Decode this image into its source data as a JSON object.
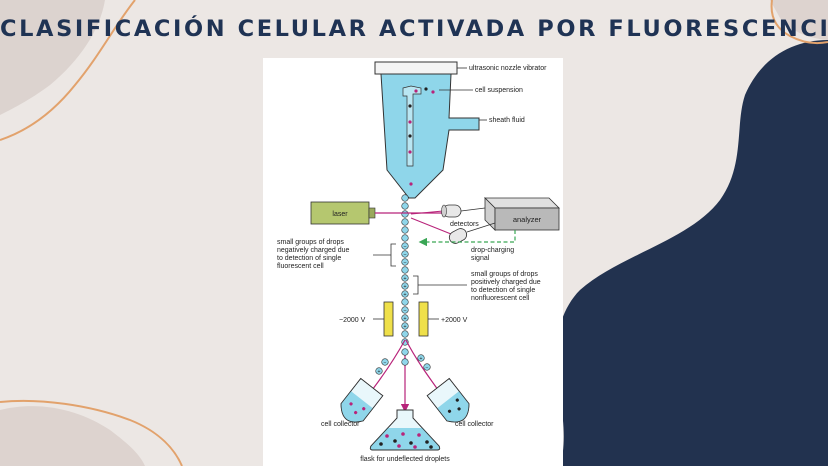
{
  "slide": {
    "title": "CLASIFICACIÓN CELULAR ACTIVADA POR FLUORESCENCIA"
  },
  "diagram": {
    "labels": {
      "nozzle": "ultrasonic nozzle vibrator",
      "cell_suspension": "cell suspension",
      "sheath_fluid": "sheath fluid",
      "laser": "laser",
      "analyzer": "analyzer",
      "detectors": "detectors",
      "drop_charging_1": "drop-charging",
      "drop_charging_2": "signal",
      "neg_1": "small groups of drops",
      "neg_2": "negatively charged due",
      "neg_3": "to detection of single",
      "neg_4": "fluorescent cell",
      "pos_1": "small groups of drops",
      "pos_2": "positively charged due",
      "pos_3": "to detection of single",
      "pos_4": "nonfluorescent cell",
      "voltage_left": "−2000 V",
      "voltage_right": "+2000 V",
      "collector_left": "cell collector",
      "collector_right": "cell collector",
      "flask": "flask for undeflected droplets"
    }
  },
  "colors": {
    "navy": "#22324f",
    "orange": "#e2a26c",
    "fluid": "#8fd6ea",
    "magenta": "#b8237a",
    "plate": "#efe04a",
    "green": "#3aa655"
  }
}
